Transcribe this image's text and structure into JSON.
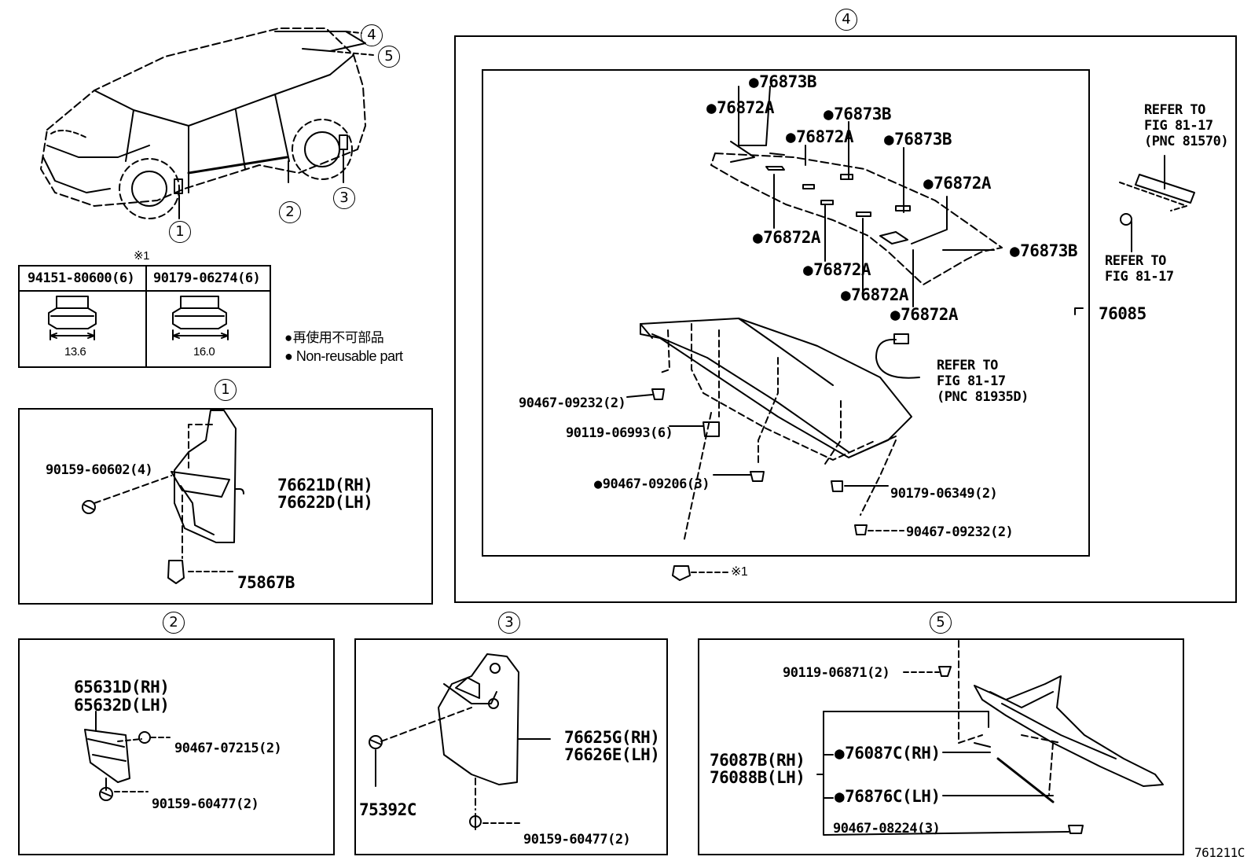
{
  "diagram_code": "761211C",
  "markers": {
    "m1": "1",
    "m2": "2",
    "m3": "3",
    "m4": "4",
    "m5": "5"
  },
  "nut_table": {
    "note": "※1",
    "col1_part": "94151-80600(6)",
    "col2_part": "90179-06274(6)",
    "col1_size": "13.6",
    "col2_size": "16.0"
  },
  "legend": {
    "jp": "再使用不可部品",
    "en": "Non-reusable part"
  },
  "panel1": {
    "bolt": "90159-60602(4)",
    "mudguard_rh": "76621D(RH)",
    "mudguard_lh": "76622D(LH)",
    "clip": "75867B"
  },
  "panel2": {
    "mudguard_rh": "65631D(RH)",
    "mudguard_lh": "65632D(LH)",
    "clip": "90467-07215(2)",
    "bolt": "90159-60477(2)"
  },
  "panel3": {
    "mudguard_rh": "76625G(RH)",
    "mudguard_lh": "76626E(LH)",
    "screw": "75392C",
    "bolt": "90159-60477(2)"
  },
  "panel4": {
    "tapes": [
      "76873B",
      "76872A",
      "76873B",
      "76872A",
      "76873B",
      "76872A",
      "76872A",
      "76873B",
      "76872A",
      "76872A",
      "76872A"
    ],
    "refer_top": [
      "REFER TO",
      "FIG 81-17",
      "(PNC 81570)"
    ],
    "refer_mid": [
      "REFER TO",
      "FIG 81-17"
    ],
    "refer_wire": [
      "REFER TO",
      "FIG 81-17",
      "(PNC 81935D)"
    ],
    "spoiler": "76085",
    "clip_a": "90467-09232(2)",
    "grommet": "90119-06993(6)",
    "clip_b": "90467-09206(3)",
    "nut": "90179-06349(2)",
    "clip_c": "90467-09232(2)",
    "ref_mark": "※1"
  },
  "panel5": {
    "clip_top": "90119-06871(2)",
    "spoiler_rh": "76087B(RH)",
    "spoiler_lh": "76088B(LH)",
    "sub_rh": "76087C(RH)",
    "sub_lh": "76876C(LH)",
    "clip_bottom": "90467-08224(3)"
  }
}
